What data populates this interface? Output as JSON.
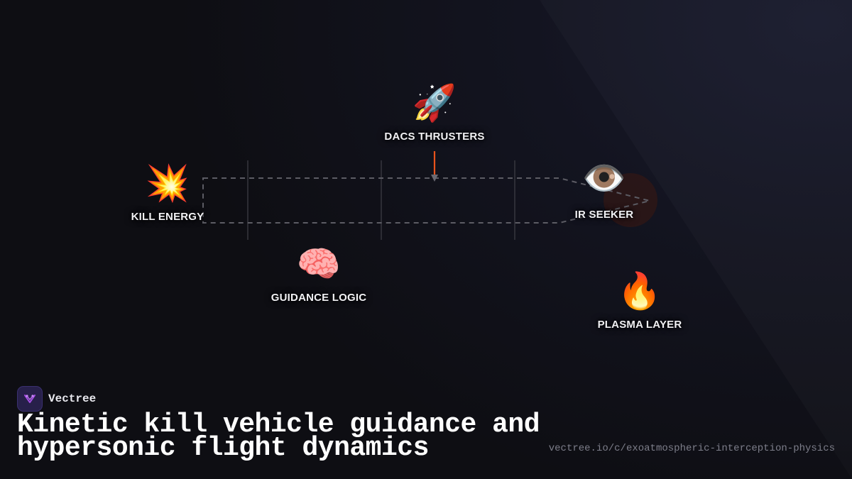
{
  "diagram": {
    "nodes": [
      {
        "id": "dacs",
        "label": "DACS THRUSTERS",
        "icon": "rocket-icon",
        "glyph": "🚀"
      },
      {
        "id": "kill",
        "label": "KILL ENERGY",
        "icon": "collision-icon",
        "glyph": "💥"
      },
      {
        "id": "seeker",
        "label": "IR SEEKER",
        "icon": "eye-icon",
        "glyph": "👁️"
      },
      {
        "id": "guidance",
        "label": "GUIDANCE LOGIC",
        "icon": "brain-icon",
        "glyph": "🧠"
      },
      {
        "id": "plasma",
        "label": "PLASMA LAYER",
        "icon": "fire-icon",
        "glyph": "🔥"
      }
    ],
    "colors": {
      "thrust_arrow": "#e8531c",
      "outline": "#5a5a62",
      "seeker_glow": "#3a1a1c"
    }
  },
  "footer": {
    "brand": "Vectree",
    "title": "Kinetic kill vehicle guidance and hypersonic flight dynamics",
    "url": "vectree.io/c/exoatmospheric-interception-physics"
  }
}
